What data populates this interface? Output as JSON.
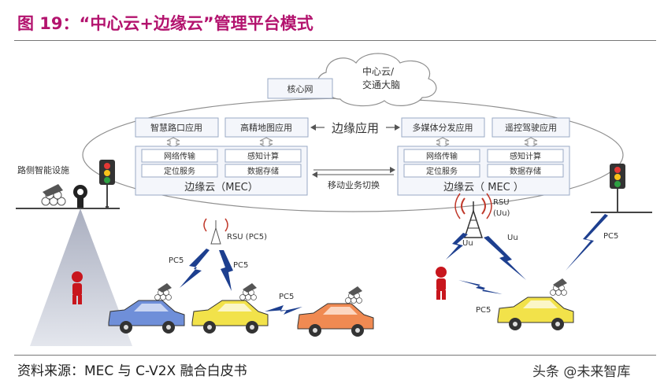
{
  "figure": {
    "title": "图 19：“中心云+边缘云”管理平台模式",
    "source": "资料来源：MEC 与 C-V2X 融合白皮书",
    "watermark": "头条 @未来智库"
  },
  "cloud": {
    "center_label_line1": "中心云/",
    "center_label_line2": "交通大脑",
    "core_network": "核心网"
  },
  "edge_apps": {
    "label": "边缘应用",
    "left": [
      "智慧路口应用",
      "高精地图应用"
    ],
    "right": [
      "多媒体分发应用",
      "遥控驾驶应用"
    ]
  },
  "mec_left": {
    "modules": [
      "网络传输",
      "感知计算",
      "定位服务",
      "数据存储"
    ],
    "label": "边缘云（MEC）"
  },
  "mec_right": {
    "modules": [
      "网络传输",
      "感知计算",
      "定位服务",
      "数据存储"
    ],
    "label": "边缘云（ MEC ）"
  },
  "handover": "移动业务切换",
  "roadside": "路侧智能设施",
  "rsu_left": "RSU (PC5)",
  "rsu_right_line1": "RSU",
  "rsu_right_line2": "(Uu)",
  "links": {
    "pc5": "PC5",
    "uu": "Uu"
  },
  "colors": {
    "title": "#b3136e",
    "box_border": "#9aaac4",
    "box_fill": "#f4f6fb",
    "lightning": "#1d3f8f",
    "car_blue": "#6f8fd9",
    "car_yellow": "#f2e24a",
    "car_orange": "#f08a52",
    "person": "#c8161d"
  }
}
